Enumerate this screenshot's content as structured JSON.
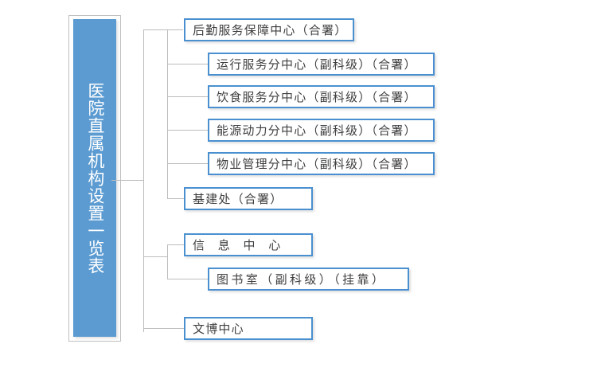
{
  "diagram": {
    "title": "医院直属机构设置一览表",
    "accent_border": "#4a90d0",
    "title_fill": "#5b9bd1",
    "line_color": "#bcbcbc",
    "text_color": "#3f3f3f",
    "nodes": [
      {
        "id": "logistics-center",
        "label": "后勤服务保障中心（合署）"
      },
      {
        "id": "operations-subcenter",
        "label": "运行服务分中心（副科级）（合署）"
      },
      {
        "id": "catering-subcenter",
        "label": "饮食服务分中心（副科级）（合署）"
      },
      {
        "id": "energy-power-subcenter",
        "label": "能源动力分中心（副科级）（合署）"
      },
      {
        "id": "property-mgmt-subcenter",
        "label": "物业管理分中心（副科级）（合署）"
      },
      {
        "id": "capital-construction",
        "label": "基建处（合署）"
      },
      {
        "id": "information-center",
        "label": "信 息 中 心"
      },
      {
        "id": "library",
        "label": "图书室（副科级）（挂靠）"
      },
      {
        "id": "culture-museum-center",
        "label": "文博中心"
      }
    ]
  },
  "chart_data": {
    "type": "diagram",
    "subtype": "organization-tree",
    "title": "医院直属机构设置一览表",
    "root": "医院直属机构设置一览表",
    "branches": [
      {
        "name": "后勤服务保障中心（合署）",
        "children": [
          "运行服务分中心（副科级）（合署）",
          "饮食服务分中心（副科级）（合署）",
          "能源动力分中心（副科级）（合署）",
          "物业管理分中心（副科级）（合署）"
        ]
      },
      {
        "name": "基建处（合署）",
        "children": []
      },
      {
        "name": "信 息 中 心",
        "children": [
          "图书室（副科级）（挂靠）"
        ]
      },
      {
        "name": "文博中心",
        "children": []
      }
    ]
  }
}
